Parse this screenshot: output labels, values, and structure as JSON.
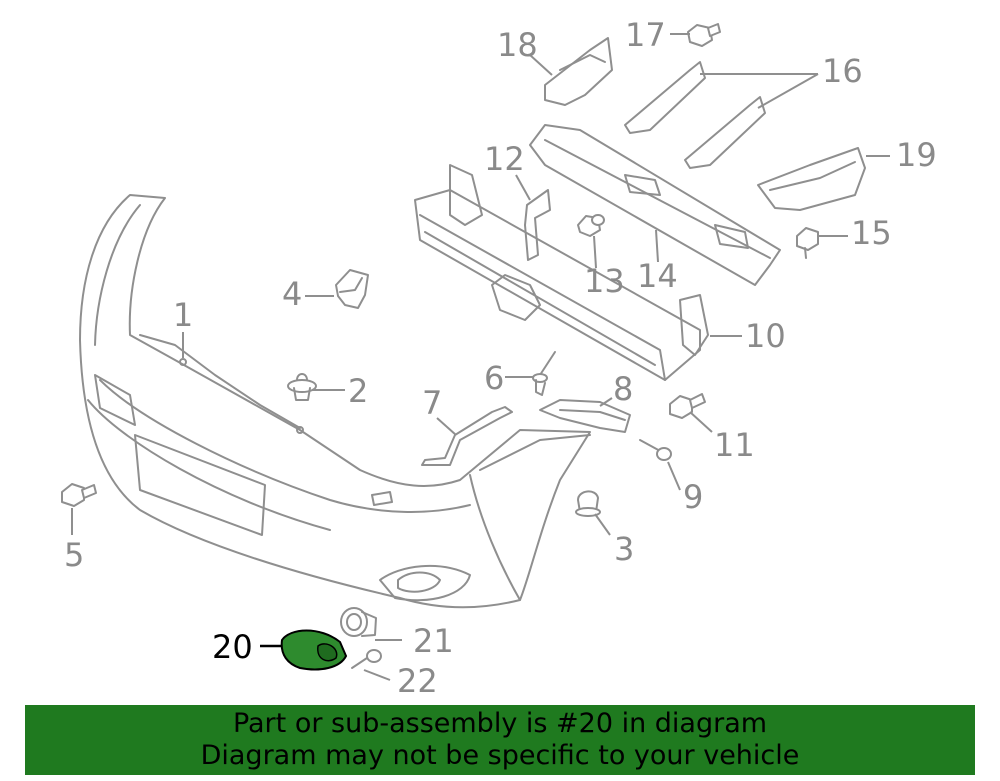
{
  "diagram": {
    "callouts": {
      "c1": "1",
      "c2": "2",
      "c3": "3",
      "c4": "4",
      "c5": "5",
      "c6": "6",
      "c7": "7",
      "c8": "8",
      "c9": "9",
      "c10": "10",
      "c11": "11",
      "c12": "12",
      "c13": "13",
      "c14": "14",
      "c15": "15",
      "c16": "16",
      "c17": "17",
      "c18": "18",
      "c19": "19",
      "c20": "20",
      "c21": "21",
      "c22": "22"
    },
    "highlighted_part": "20",
    "colors": {
      "line_art": "#8f8f8f",
      "highlight_part": "#2e8b2e",
      "banner_bg": "#1f7a1f",
      "banner_text": "#000000"
    }
  },
  "banner": {
    "line1": "Part or sub-assembly is #20 in diagram",
    "line2": "Diagram may not be specific to your vehicle"
  }
}
